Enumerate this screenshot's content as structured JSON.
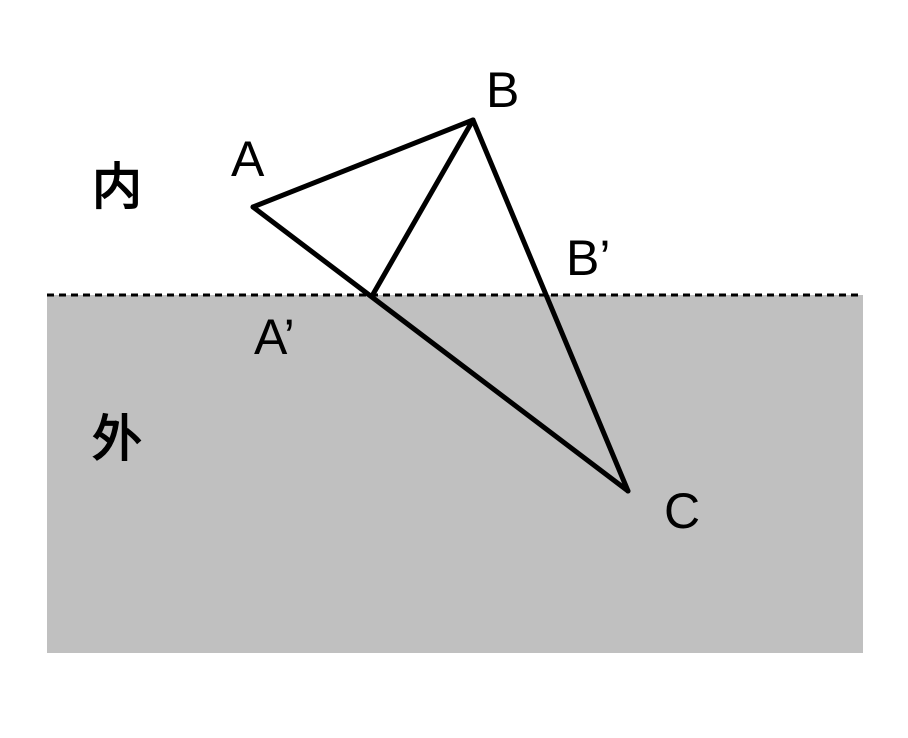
{
  "colors": {
    "outside_fill": "#c0c0c0",
    "line": "#000000",
    "background": "#ffffff"
  },
  "regions": {
    "inside": "内",
    "outside": "外"
  },
  "points": {
    "A": "A",
    "B": "B",
    "C": "C",
    "A_prime": "A’",
    "B_prime": "B’"
  }
}
